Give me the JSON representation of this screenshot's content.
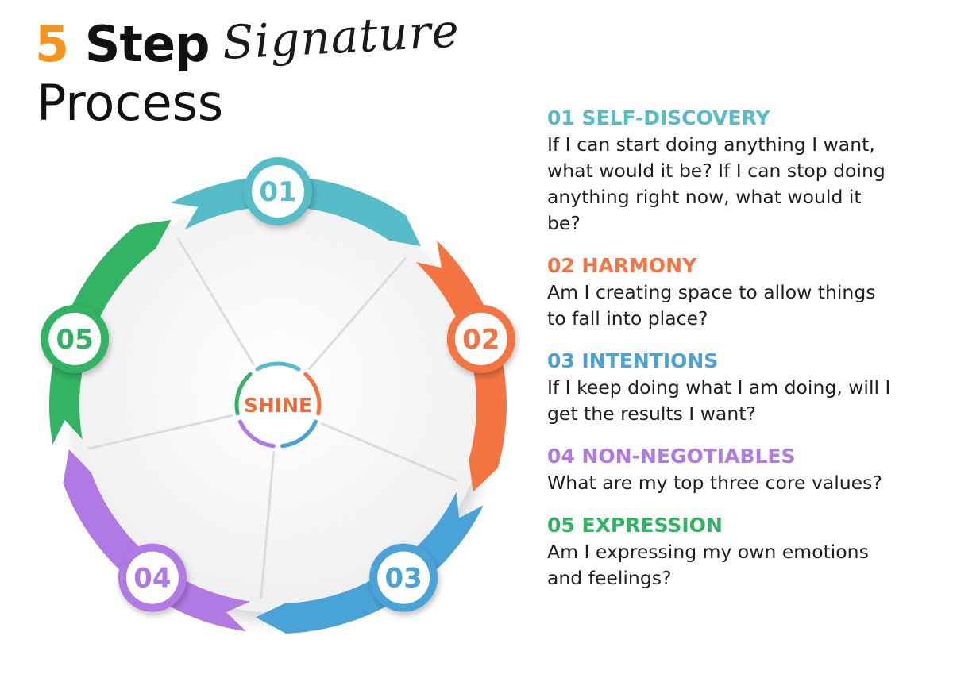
{
  "title": {
    "number": "5",
    "word": "Step",
    "script": "Signature",
    "line2": "Process"
  },
  "center_label": "SHINE",
  "colors": {
    "title_number": "#f7941d",
    "center_label": "#ef6a3a",
    "wheel_face": "#f6f6f6"
  },
  "steps": [
    {
      "num": "01",
      "heading": "01 SELF-DISCOVERY",
      "text": "If I can start doing anything I want, what would it be? If I can stop doing anything right now, what would it be?",
      "color": "#56bcc8"
    },
    {
      "num": "02",
      "heading": "02 HARMONY",
      "text": "Am I creating space to allow things to fall into place?",
      "color": "#f47442"
    },
    {
      "num": "03",
      "heading": "03 INTENTIONS",
      "text": "If I keep doing what I am doing, will I get the results I want?",
      "color": "#4aa3d8"
    },
    {
      "num": "04",
      "heading": "04 NON-NEGOTIABLES",
      "text": "What are my top three core values?",
      "color": "#b179e4"
    },
    {
      "num": "05",
      "heading": "05 EXPRESSION",
      "text": "Am I expressing my own emotions and feelings?",
      "color": "#33b364"
    }
  ]
}
